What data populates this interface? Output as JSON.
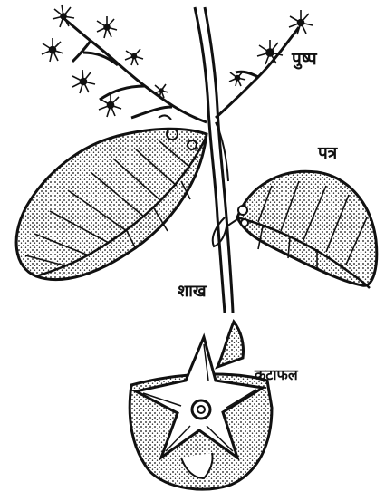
{
  "figure": {
    "labels": {
      "flower": "पुष्प",
      "leaf": "पत्र",
      "branch": "शाख",
      "fruit": "कटाफल"
    }
  }
}
